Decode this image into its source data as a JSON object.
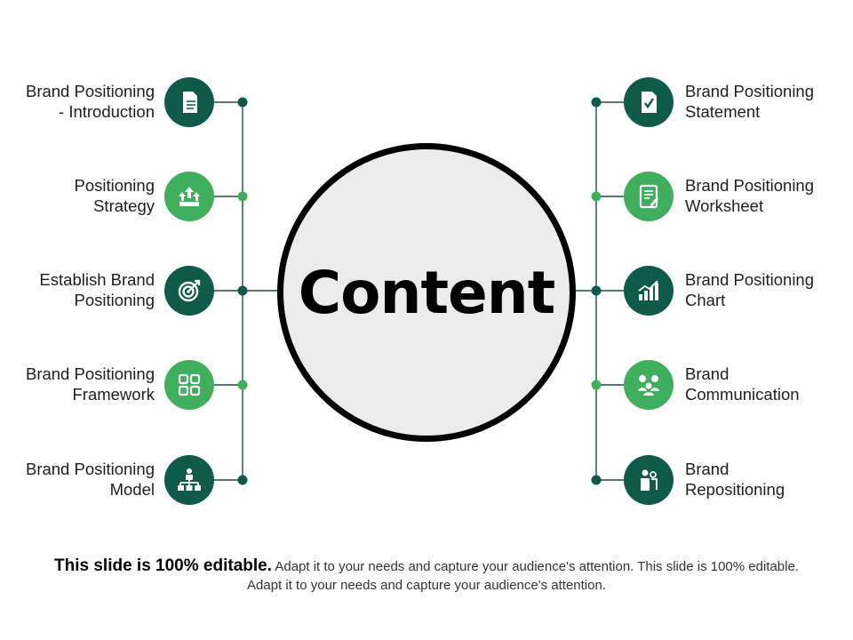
{
  "center_title": "Content",
  "colors": {
    "dark": "#0f5a4a",
    "light": "#3fae5d",
    "line": "#1a4f45"
  },
  "left_items": [
    {
      "lines": [
        "Brand Positioning",
        "- Introduction"
      ],
      "icon": "document-icon",
      "tone": "dark"
    },
    {
      "lines": [
        "Positioning",
        "Strategy"
      ],
      "icon": "strategy-arrows-icon",
      "tone": "light"
    },
    {
      "lines": [
        "Establish Brand",
        "Positioning"
      ],
      "icon": "target-icon",
      "tone": "dark"
    },
    {
      "lines": [
        "Brand Positioning",
        "Framework"
      ],
      "icon": "grid-icon",
      "tone": "light"
    },
    {
      "lines": [
        "Brand Positioning",
        "Model"
      ],
      "icon": "org-chart-icon",
      "tone": "dark"
    }
  ],
  "right_items": [
    {
      "lines": [
        "Brand Positioning",
        "Statement"
      ],
      "icon": "checked-document-icon",
      "tone": "dark"
    },
    {
      "lines": [
        "Brand Positioning",
        "Worksheet"
      ],
      "icon": "worksheet-icon",
      "tone": "light"
    },
    {
      "lines": [
        "Brand Positioning",
        "Chart"
      ],
      "icon": "bar-chart-icon",
      "tone": "dark"
    },
    {
      "lines": [
        "Brand",
        "Communication"
      ],
      "icon": "communication-icon",
      "tone": "light"
    },
    {
      "lines": [
        "Brand",
        "Repositioning"
      ],
      "icon": "people-icon",
      "tone": "dark"
    }
  ],
  "footer": {
    "bold": "This slide is 100% editable.",
    "text": " Adapt it to your needs and capture your audience's attention. This slide is 100% editable. Adapt it to your needs and capture your audience's attention."
  }
}
